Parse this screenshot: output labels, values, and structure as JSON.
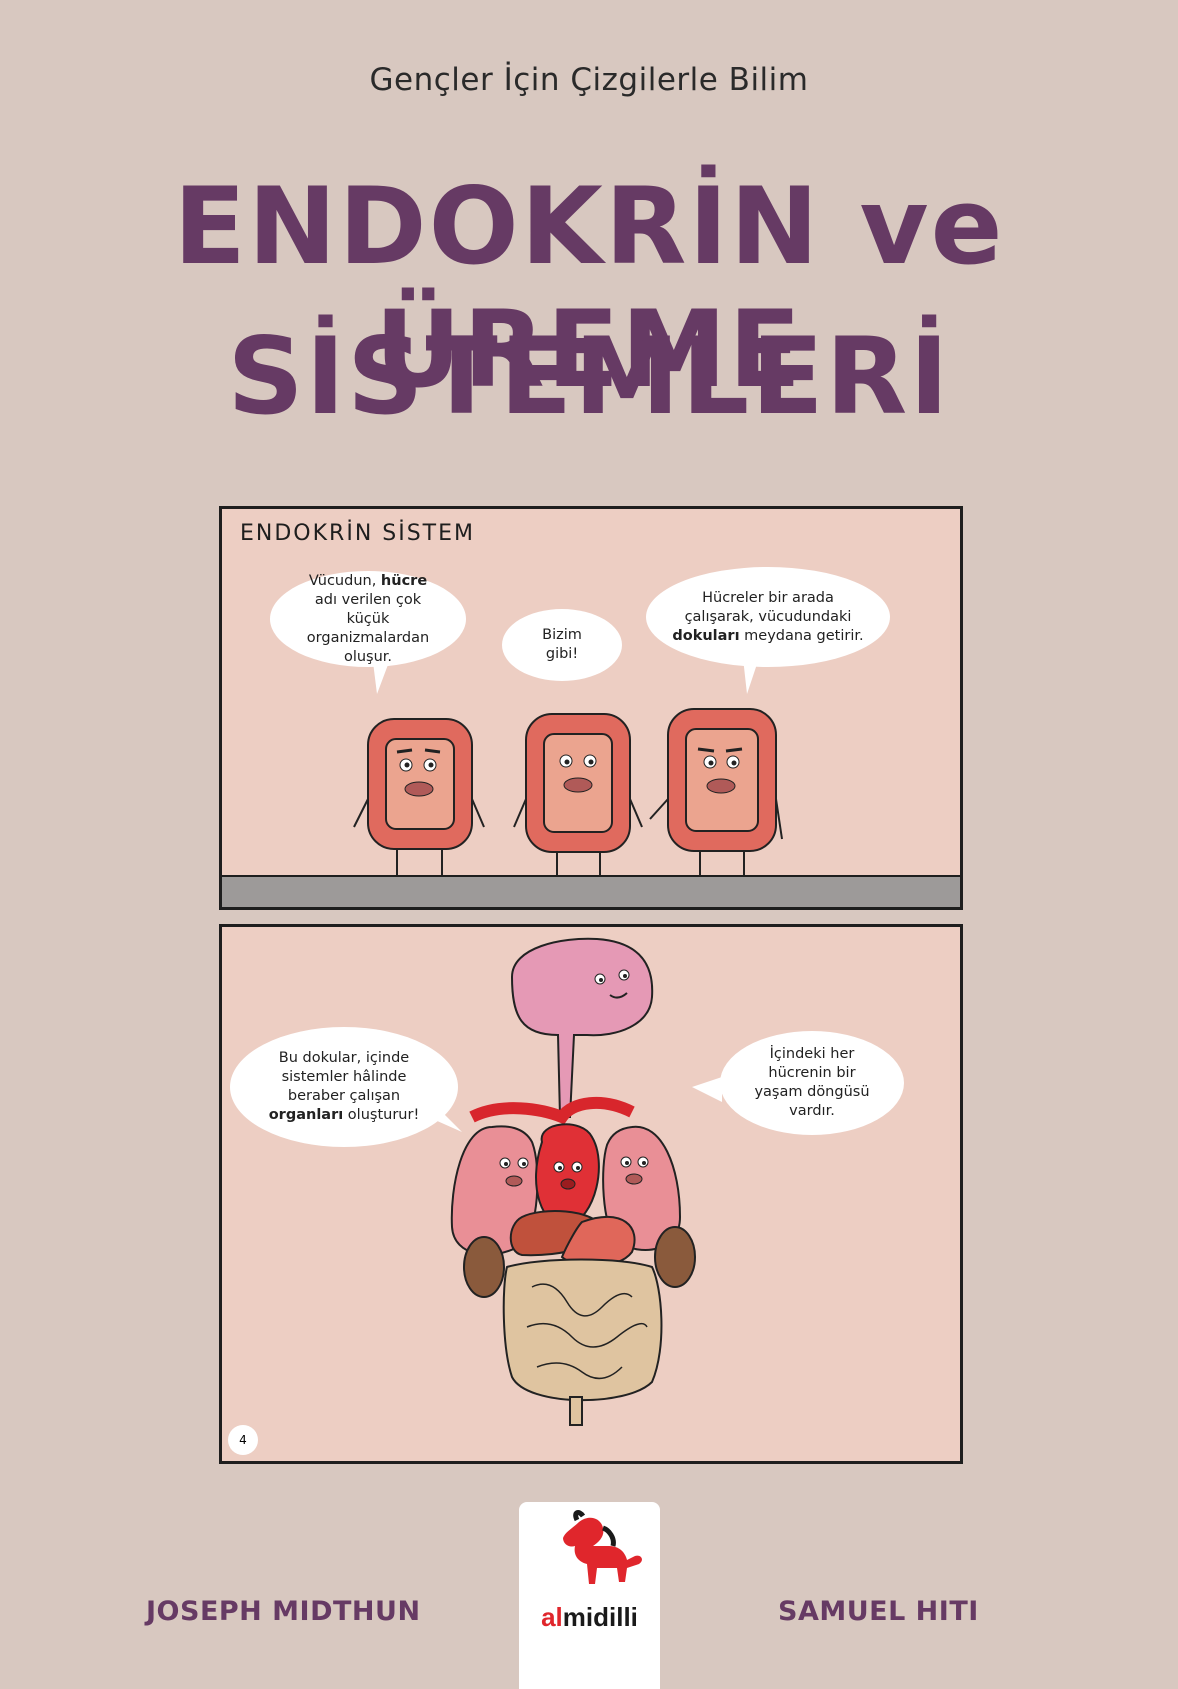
{
  "cover": {
    "series": "Gençler İçin Çizgilerle Bilim",
    "title_line1": "ENDOKRİN ve ÜREME",
    "title_line2": "SİSTEMLERİ",
    "colors": {
      "background": "#d8c8c0",
      "title": "#663a64",
      "panel": "#edcec3",
      "logo_red": "#e0262c"
    }
  },
  "panel1": {
    "heading": "ENDOKRİN SİSTEM",
    "bubble1": {
      "pre": "Vücudun, ",
      "bold": "hücre",
      "post": " adı verilen çok küçük organizmalardan oluşur."
    },
    "bubble2": "Bizim gibi!",
    "bubble3": {
      "pre": "Hücreler bir arada çalışarak, vücudundaki ",
      "bold": "dokuları",
      "post": " meydana getirir."
    }
  },
  "panel2": {
    "bubble1": {
      "pre": "Bu dokular, içinde sistemler hâlinde beraber çalışan ",
      "bold": "organları",
      "post": " oluşturur!"
    },
    "bubble2": "İçindeki her hücrenin bir yaşam döngüsü vardır.",
    "page_number": "4"
  },
  "footer": {
    "author1": "JOSEPH MIDTHUN",
    "author2": "SAMUEL HITI",
    "publisher_a": "al",
    "publisher_b": "midilli",
    "logo_icon": "horse-icon"
  }
}
